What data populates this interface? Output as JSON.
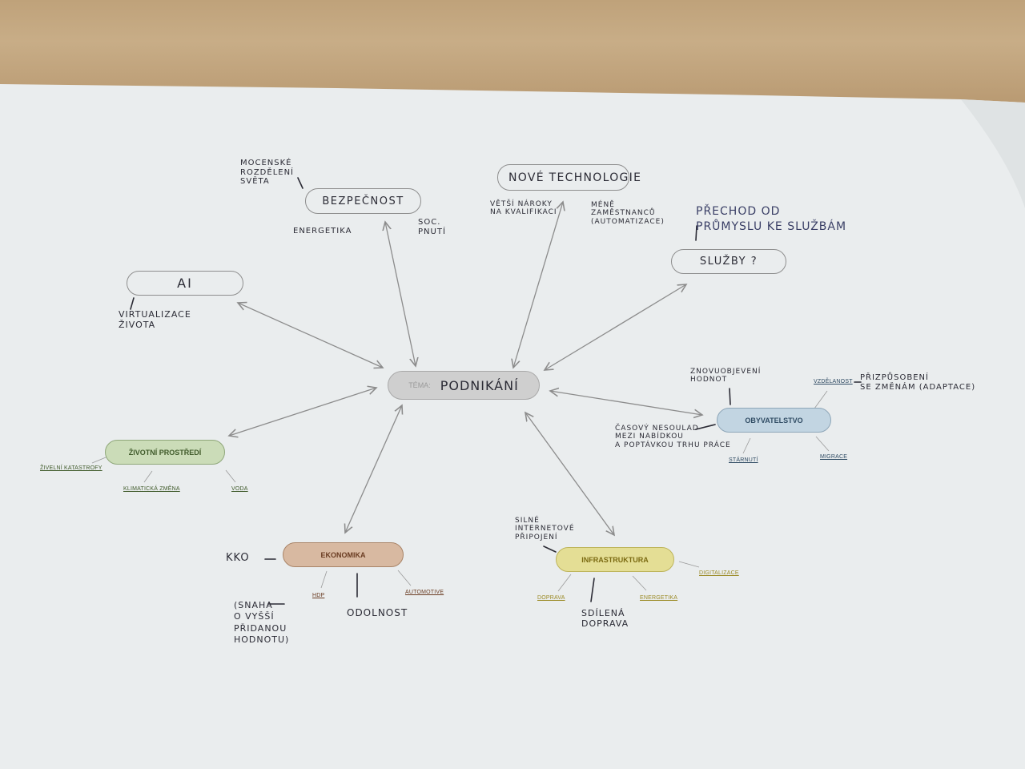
{
  "central": {
    "prefix": "TÉMA:",
    "title": "PODNIKÁNÍ"
  },
  "nodes": {
    "bezpecnost": "BEZPEČNOST",
    "nove_technologie": "NOVÉ TECHNOLOGIE",
    "sluzby": "SLUŽBY ?",
    "ai": "AI",
    "obyvatelstvo": "OBYVATELSTVO",
    "zivotni_prostredi": "ŽIVOTNÍ PROSTŘEDÍ",
    "ekonomika": "EKONOMIKA",
    "infrastruktura": "INFRASTRUKTURA"
  },
  "printed_subtopics": {
    "zivelni_katastrofy": "ŽIVELNÍ KATASTROFY",
    "klimaticka_zmena": "KLIMATICKÁ ZMĚNA",
    "voda": "VODA",
    "vzdelanost": "VZDĚLANOST",
    "starnuti": "STÁRNUTÍ",
    "migrace": "MIGRACE",
    "hdp": "HDP",
    "automotive": "AUTOMOTIVE",
    "doprava": "DOPRAVA",
    "energetika": "ENERGETIKA",
    "digitalizace": "DIGITALIZACE"
  },
  "handwritten": {
    "mocenske": "MOCENSKÉ\nROZDĚLENÍ\nSVĚTA",
    "energetika": "ENERGETIKA",
    "soc_pnuti": "SOC.\nPNUTÍ",
    "vetsi_naroky": "VĚTŠÍ NÁROKY\nNA KVALIFIKACI",
    "mene_zamestnancu": "MÉNĚ\nZAMĚSTNANCŮ\n(AUTOMATIZACE)",
    "prechod": "PŘECHOD OD\nPRŮMYSLU KE SLUŽBÁM",
    "virtualizace": "VIRTUALIZACE\nŽIVOTA",
    "znovuobjeveni": "ZNOVUOBJEVENÍ\nHODNOT",
    "prizpusobeni": "PŘIZPŮSOBENÍ\nSE ZMĚNÁM (ADAPTACE)",
    "casovy_nesoulad": "ČASOVÝ NESOULAD\nMEZI NABÍDKOU\nA POPTÁVKOU TRHU PRÁCE",
    "kko": "KKO",
    "snaha": "(SNAHA\nO VYŠŠÍ\nPŘIDANOU\nHODNOTU)",
    "odolnost": "ODOLNOST",
    "silne_pripojeni": "SILNÉ\nINTERNETOVÉ\nPŘIPOJENÍ",
    "sdilena_doprava": "SDÍLENÁ\nDOPRAVA"
  },
  "colors": {
    "paper": "#eaedee",
    "central_fill": "#cfcfcf",
    "obyvatelstvo_fill": "#c2d5e2",
    "obyvatelstvo_text": "#2f4b63",
    "zivotni_fill": "#cbdcb8",
    "zivotni_text": "#3f5a2a",
    "ekonomika_fill": "#d8b9a1",
    "ekonomika_text": "#6a3c22",
    "infrastruktura_fill": "#e4de95",
    "infrastruktura_text": "#7b6a12",
    "arrow": "#8c8c8c"
  }
}
